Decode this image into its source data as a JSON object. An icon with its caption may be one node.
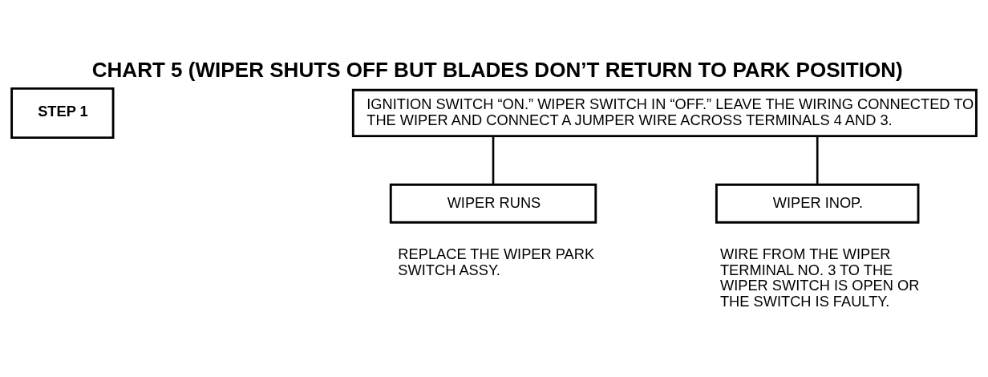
{
  "diagram": {
    "title": "CHART 5 (WIPER SHUTS OFF BUT BLADES DON’T RETURN TO PARK POSITION)",
    "nodes": [
      {
        "text": [
          "STEP 1"
        ]
      },
      {
        "text": [
          "IGNITION SWITCH “ON.” WIPER SWITCH IN “OFF.” LEAVE THE WIRING CONNECTED TO THE WIPER AND CONNECT A JUMPER WIRE ACROSS TERMINALS 4 AND 3."
        ]
      },
      {
        "text": [
          "WIPER RUNS"
        ],
        "beside": [
          "REPLACE THE WIPER PARK SWITCH ASSY."
        ]
      },
      {
        "text": [
          "WIPER INOP."
        ],
        "beside": [
          "WIRE FROM THE WIPER TERMINAL NO. 3 TO THE WIPER SWITCH IS OPEN OR THE SWITCH IS FAULTY."
        ]
      }
    ],
    "edges": [
      {
        "from": 1,
        "to": 2,
        "arrow": "none"
      },
      {
        "from": 1,
        "to": 3,
        "arrow": "none"
      }
    ]
  }
}
